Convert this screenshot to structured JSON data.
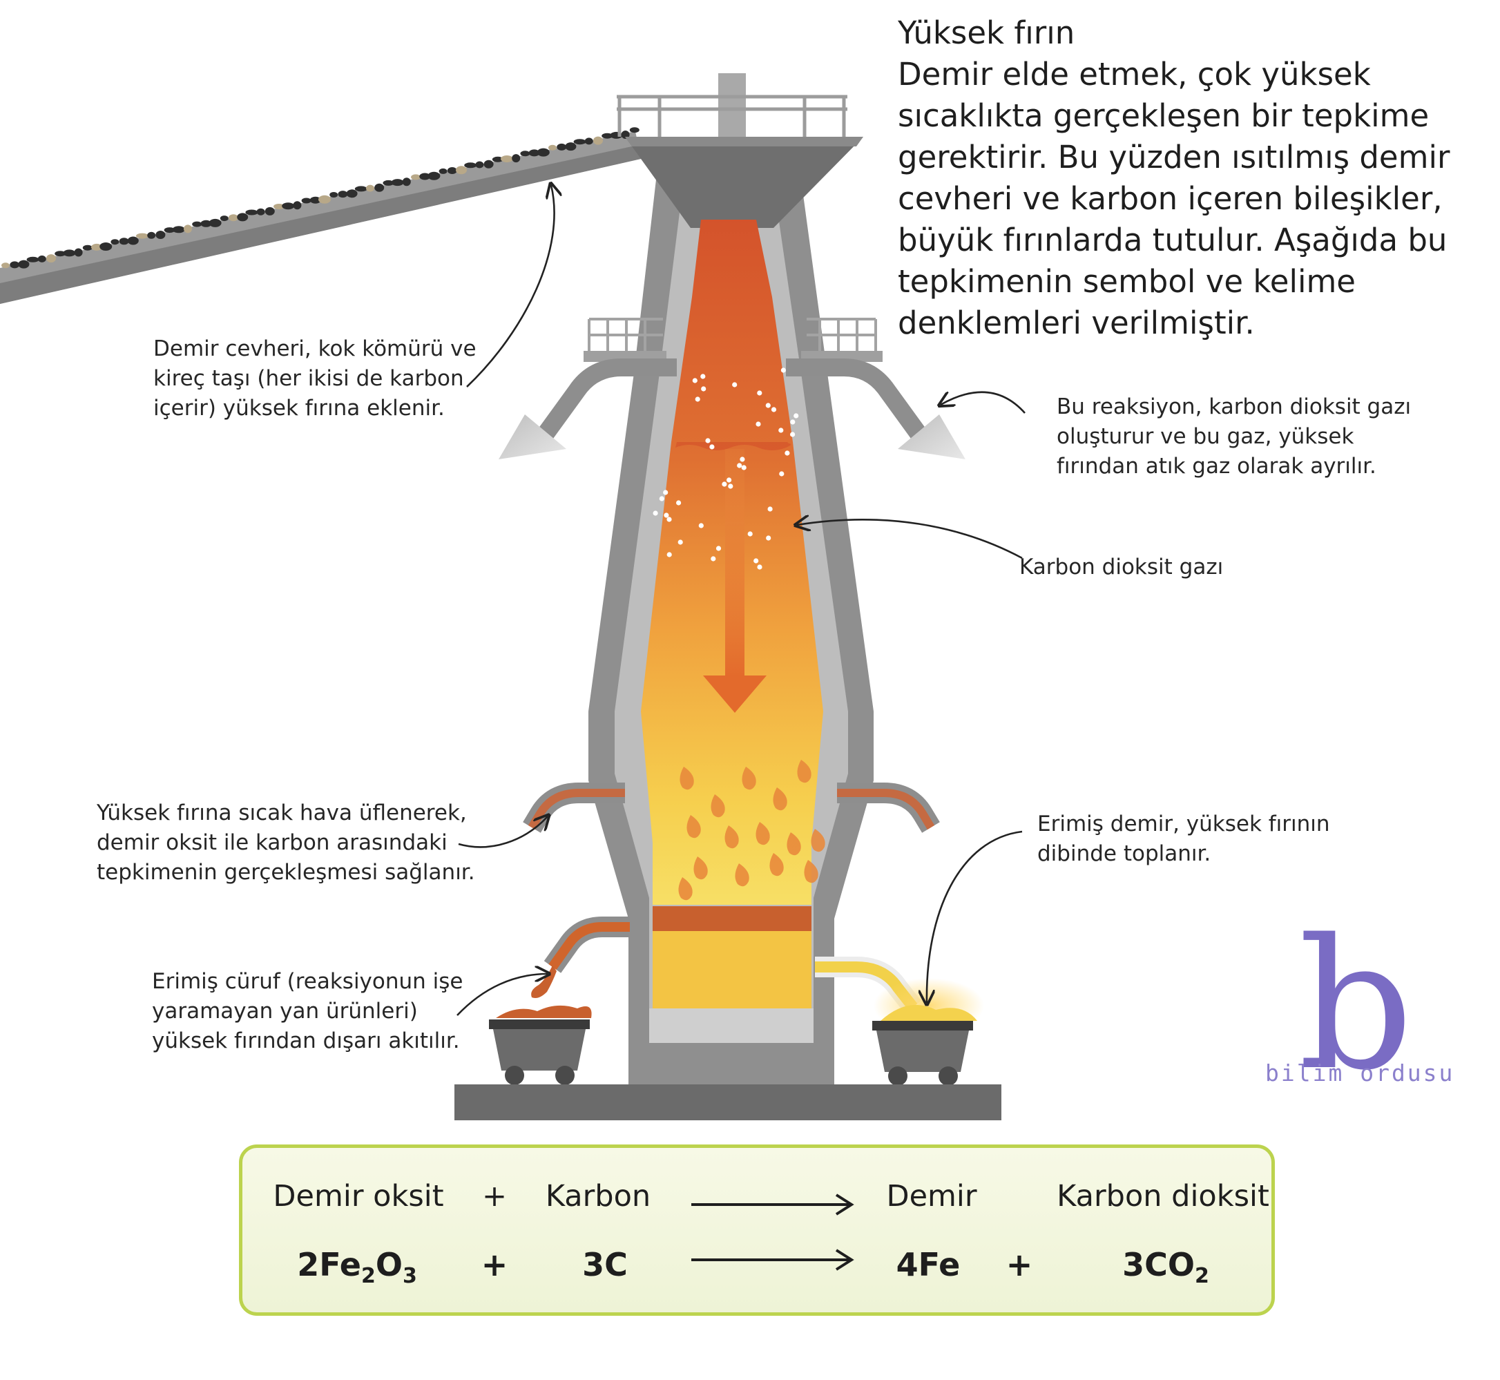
{
  "intro": {
    "title": "Yüksek fırın",
    "lines": [
      "Demir elde etmek, çok yüksek",
      "sıcaklıkta gerçekleşen bir tepkime",
      "gerektirir. Bu yüzden ısıtılmış demir",
      "cevheri ve karbon içeren bileşikler,",
      "büyük fırınlarda tutulur. Aşağıda bu",
      "tepkimenin sembol ve kelime",
      "denklemleri verilmiştir."
    ]
  },
  "annotations": {
    "charge": [
      "Demir cevheri, kok kömürü ve",
      "kireç taşı (her ikisi de karbon",
      "içerir) yüksek fırına eklenir."
    ],
    "waste_gas": [
      "Bu reaksiyon, karbon dioksit gazı",
      "oluşturur ve bu gaz, yüksek",
      "fırından atık gaz olarak ayrılır."
    ],
    "co2_gas": [
      "Karbon dioksit gazı"
    ],
    "hot_air": [
      "Yüksek fırına sıcak hava üflenerek,",
      "demir oksit ile karbon arasındaki",
      "tepkimenin gerçekleşmesi sağlanır."
    ],
    "molten_iron": [
      "Erimiş demir, yüksek fırının",
      "dibinde toplanır."
    ],
    "slag": [
      "Erimiş cüruf (reaksiyonun işe",
      "yaramayan yan ürünleri)",
      "yüksek fırından dışarı akıtılır."
    ]
  },
  "equation": {
    "words": {
      "reactant1": "Demir oksit",
      "plus1": "+",
      "reactant2": "Karbon",
      "product1": "Demir",
      "product2": "Karbon dioksit"
    },
    "symbols": {
      "reactant1": {
        "pre": "2Fe",
        "sub1": "2",
        "mid": "O",
        "sub2": "3"
      },
      "plus1": "+",
      "reactant2": "3C",
      "product1": "4Fe",
      "plus2": "+",
      "product2": {
        "pre": "3CO",
        "sub": "2"
      }
    }
  },
  "logo": {
    "letter": "b",
    "text": "bilim ordusu"
  },
  "colors": {
    "steel": "#8f8f8f",
    "steel_dark": "#6f6f6f",
    "base": "#6b6b6b",
    "molten_top": "#d95a2a",
    "molten_bottom": "#f6d85c",
    "slag": "#c8602e",
    "box_border": "#bcd34e",
    "logo": "#7a6cc4"
  }
}
